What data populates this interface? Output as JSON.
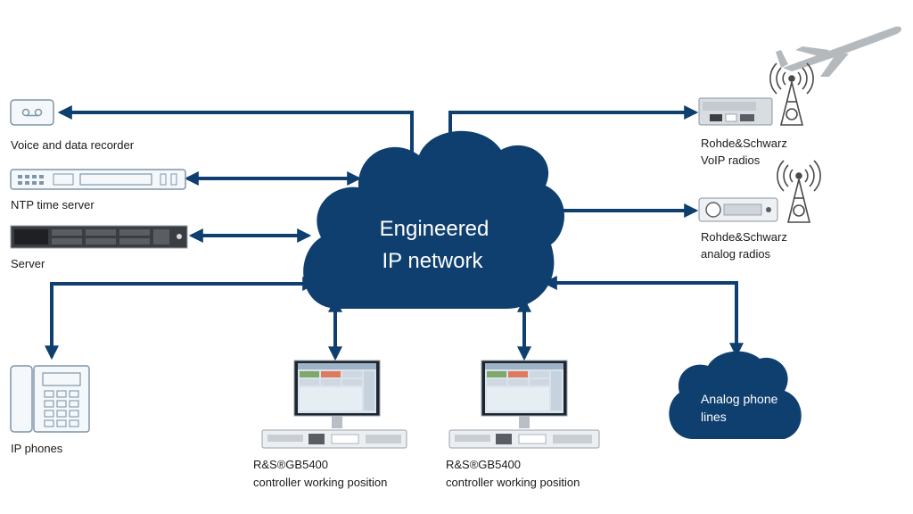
{
  "cloud": {
    "line1": "Engineered",
    "line2": "IP network"
  },
  "analog_cloud": {
    "line1": "Analog phone",
    "line2": "lines"
  },
  "devices": {
    "recorder": "Voice and data recorder",
    "ntp": "NTP time server",
    "server": "Server",
    "ip_phones": "IP phones",
    "voip_radios": {
      "line1": "Rohde&Schwarz",
      "line2": "VoIP radios"
    },
    "analog_radios": {
      "line1": "Rohde&Schwarz",
      "line2": "analog radios"
    },
    "cwp_left": {
      "line1": "R&S®GB5400",
      "line2": "controller working position"
    },
    "cwp_right": {
      "line1": "R&S®GB5400",
      "line2": "controller working position"
    }
  },
  "colors": {
    "network": "#0f3f6f",
    "device_outline": "#7f96a8",
    "radio_icon": "#4a4a4a"
  }
}
